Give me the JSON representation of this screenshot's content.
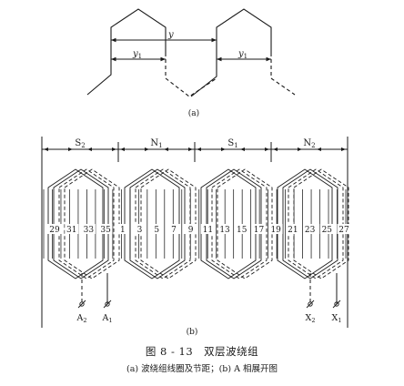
{
  "panel_a": {
    "label": "(a)",
    "pitch_total": "y",
    "pitch_one_left": "y",
    "pitch_one_left_sub": "1",
    "pitch_one_right": "y",
    "pitch_one_right_sub": "1"
  },
  "panel_b": {
    "label": "(b)",
    "poles": [
      {
        "name": "S",
        "sub": "2"
      },
      {
        "name": "N",
        "sub": "1"
      },
      {
        "name": "S",
        "sub": "1"
      },
      {
        "name": "N",
        "sub": "2"
      }
    ],
    "slot_numbers": [
      "29",
      "31",
      "33",
      "35",
      "1",
      "3",
      "5",
      "7",
      "9",
      "11",
      "13",
      "15",
      "17",
      "19",
      "21",
      "23",
      "25",
      "27"
    ],
    "terminals": [
      {
        "name": "A",
        "sub": "2"
      },
      {
        "name": "A",
        "sub": "1"
      },
      {
        "name": "X",
        "sub": "2"
      },
      {
        "name": "X",
        "sub": "1"
      }
    ]
  },
  "caption": {
    "title": "图 8 - 13　双层波绕组",
    "subtitle": "(a) 波绕组线圈及节距；(b) A 相展开图"
  }
}
